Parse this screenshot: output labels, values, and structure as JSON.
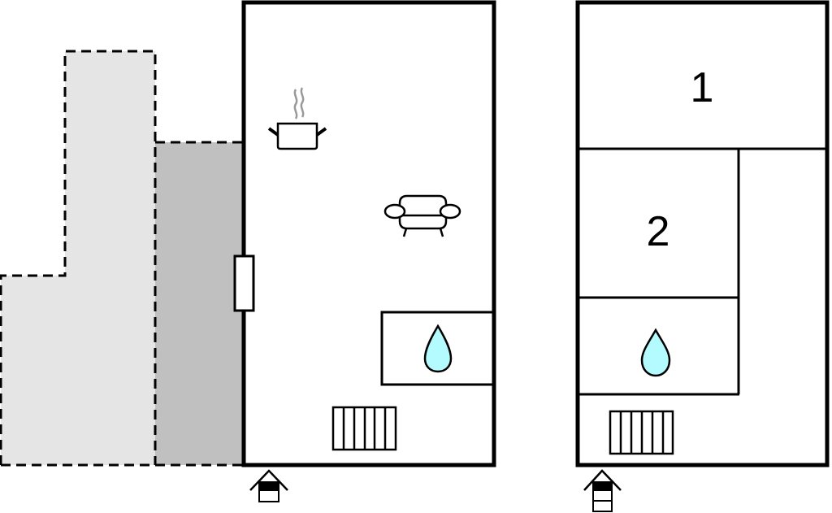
{
  "floor_plan": {
    "ground_floor": {
      "outdoor_areas": [
        {
          "name": "terrace-light",
          "fill": "#e5e5e5"
        },
        {
          "name": "terrace-dark",
          "fill": "#c0c0c0"
        }
      ],
      "icons": [
        "kitchen-pot-icon",
        "sofa-icon",
        "bathroom-water-drop-icon",
        "radiator-icon",
        "entrance-icon",
        "door-icon"
      ]
    },
    "upper_floor": {
      "rooms": [
        {
          "label": "1"
        },
        {
          "label": "2"
        }
      ],
      "icons": [
        "bathroom-water-drop-icon",
        "radiator-icon",
        "stairs-entrance-icon"
      ]
    },
    "colors": {
      "wall": "#000000",
      "water": "#b3fbff",
      "steam": "#999999",
      "terrace_light": "#e5e5e5",
      "terrace_dark": "#c0c0c0"
    }
  }
}
